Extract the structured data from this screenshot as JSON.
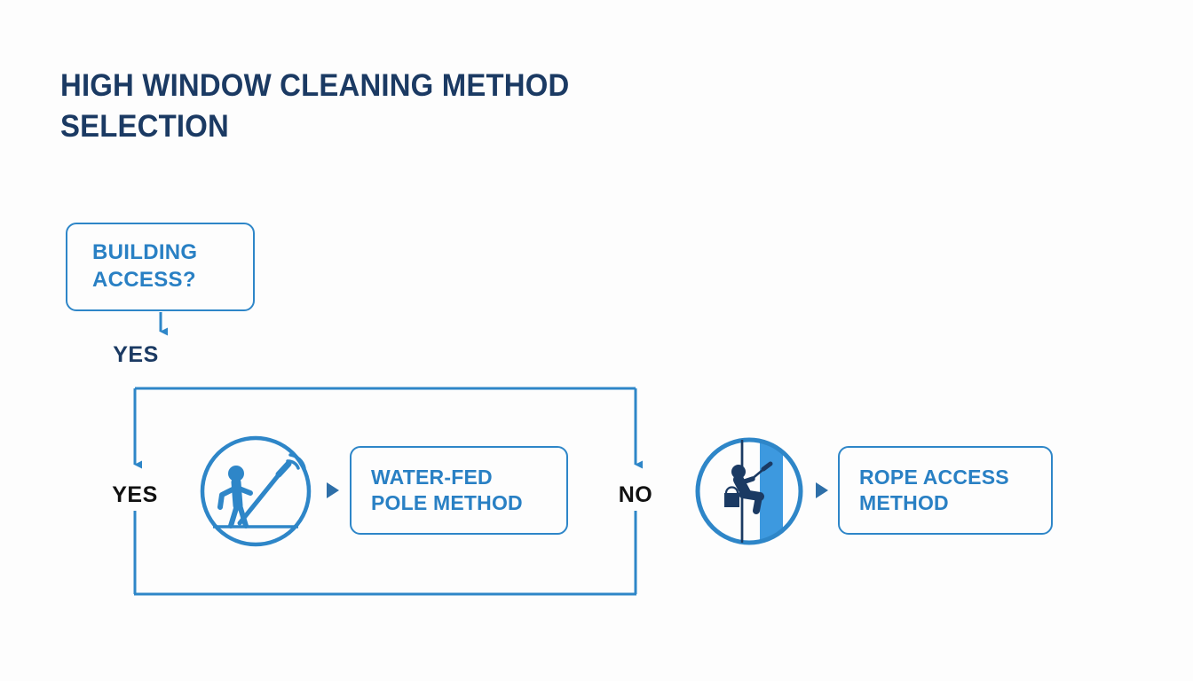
{
  "page": {
    "title": "HIGH WINDOW CLEANING METHOD\nSELECTION",
    "background_color": "#fdfdfd"
  },
  "colors": {
    "title_navy": "#1b3a63",
    "box_border_blue": "#2e86c8",
    "box_text_blue": "#2980c4",
    "connector_blue": "#2e86c8",
    "icon_blue": "#2e86c8",
    "icon_navy": "#1b3a63",
    "window_band_blue": "#3d99df",
    "label_black": "#111111"
  },
  "diagram": {
    "type": "flowchart",
    "nodes": [
      {
        "id": "building-access",
        "label": "BUILDING\nACCESS?",
        "shape": "rounded-rect",
        "role": "decision"
      },
      {
        "id": "water-fed-pole",
        "label": "WATER-FED\nPOLE METHOD",
        "shape": "rounded-rect",
        "role": "outcome",
        "icon": "water-fed-pole-icon"
      },
      {
        "id": "rope-access",
        "label": "ROPE ACCESS\nMETHOD",
        "shape": "rounded-rect",
        "role": "outcome",
        "icon": "rope-access-icon"
      }
    ],
    "edge_labels": {
      "from_decision": "YES",
      "left_branch": "YES",
      "right_branch": "NO"
    }
  },
  "icons": {
    "water_fed_pole": {
      "name": "water-fed-pole-icon",
      "description": "person with long pole cleaning, inside circle"
    },
    "rope_access": {
      "name": "rope-access-icon",
      "description": "abseiling window cleaner on rope with bucket, inside circle"
    }
  }
}
